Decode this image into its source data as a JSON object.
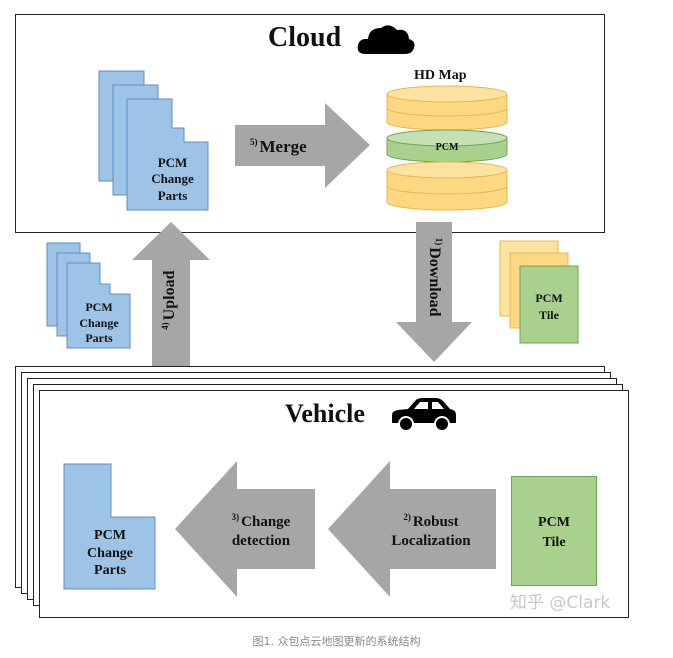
{
  "cloud": {
    "title": "Cloud",
    "icon": "cloud-icon"
  },
  "hd_map": {
    "title": "HD Map",
    "pcm_layer_label": "PCM",
    "layer_color": "#fdd882",
    "pcm_layer_color": "#a9d18e"
  },
  "cloud_pcm_change_parts": {
    "line1": "PCM",
    "line2": "Change",
    "line3": "Parts"
  },
  "merge_arrow": {
    "step": "5)",
    "label": "Merge"
  },
  "download_arrow": {
    "step": "1)",
    "label": "Download"
  },
  "upload_arrow": {
    "step": "4)",
    "label": "Upload"
  },
  "side_pcm_change_parts": {
    "line1": "PCM",
    "line2": "Change",
    "line3": "Parts"
  },
  "side_pcm_tile": {
    "line1": "PCM",
    "line2": "Tile"
  },
  "vehicle": {
    "title": "Vehicle",
    "icon": "car-icon"
  },
  "vehicle_pcm_change_parts": {
    "line1": "PCM",
    "line2": "Change",
    "line3": "Parts"
  },
  "change_detection_arrow": {
    "step": "3)",
    "line1": "Change",
    "line2": "detection"
  },
  "robust_localization_arrow": {
    "step": "2)",
    "line1": "Robust",
    "line2": "Localization"
  },
  "vehicle_pcm_tile": {
    "line1": "PCM",
    "line2": "Tile"
  },
  "watermark": "知乎 @Clark",
  "caption": "图1. 众包点云地图更新的系统结构",
  "colors": {
    "blue_fill": "#9dc3e6",
    "blue_stroke": "#5b8fc9",
    "green_fill": "#a9d18e",
    "green_stroke": "#6fa552",
    "yellow_fill": "#fdd882",
    "arrow_gray": "#a6a6a6"
  }
}
